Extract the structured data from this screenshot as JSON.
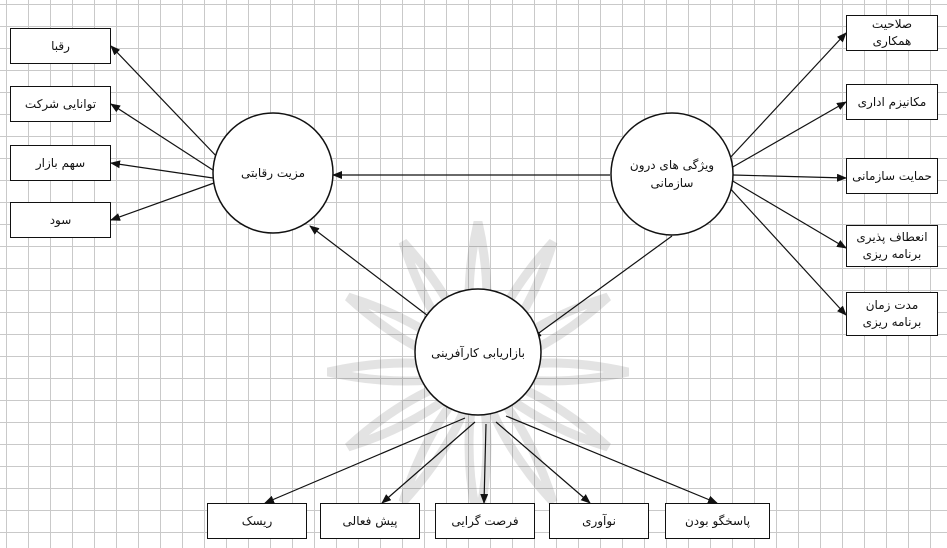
{
  "nodes": {
    "competitive_advantage": "مزیت رقابتی",
    "internal_characteristics": "ویژگی های درون سازمانی",
    "entrepreneurial_marketing": "بازاریابی کارآفرینی"
  },
  "left_boxes": {
    "competitors": "رقبا",
    "company_capability": "توانایی شرکت",
    "market_share": "سهم بازار",
    "profit": "سود"
  },
  "right_boxes": {
    "cooperation_competence": "صلاحیت همکاری",
    "administrative_mechanism": "مکانیزم اداری",
    "organizational_support": "حمایت سازمانی",
    "planning_flexibility": "انعطاف پذیری برنامه ریزی",
    "planning_duration": "مدت زمان برنامه ریزی"
  },
  "bottom_boxes": {
    "risk": "ریسک",
    "proactiveness": "پیش فعالی",
    "opportunity_orientation": "فرصت گرایی",
    "innovation": "نوآوری",
    "responsiveness": "پاسخگو بودن"
  }
}
